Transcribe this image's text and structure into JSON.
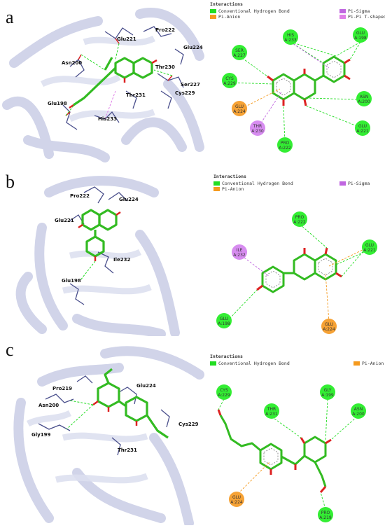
{
  "colors": {
    "hbond": "#22dd22",
    "pi_anion": "#f59a1e",
    "pi_sigma": "#c066e0",
    "pi_pi_tshaped": "#e080e8",
    "ligand": "#33bb22",
    "ribbon": "#c9cde6",
    "stick": "#4a4f8c",
    "oxygen": "#dd2222"
  },
  "panels": [
    {
      "letter": "a",
      "legend": {
        "title": "Interactions",
        "entries": [
          "Conventional Hydrogen Bond",
          "Pi-Anion",
          "Pi-Sigma",
          "Pi-Pi T-shaped"
        ]
      },
      "residues_3d": [
        "Glu221",
        "Pro222",
        "Asn200",
        "Glu224",
        "Thr230",
        "Ser227",
        "Glu198",
        "Thr231",
        "Cys229",
        "His233"
      ],
      "residues_2d": [
        {
          "name": "HIS",
          "id": "A:233"
        },
        {
          "name": "GLU",
          "id": "A:198"
        },
        {
          "name": "SER",
          "id": "A:227"
        },
        {
          "name": "CYS",
          "id": "A:229"
        },
        {
          "name": "ASN",
          "id": "A:200"
        },
        {
          "name": "GLU",
          "id": "A:224"
        },
        {
          "name": "GLU",
          "id": "A:221"
        },
        {
          "name": "THR",
          "id": "A:230"
        },
        {
          "name": "PRO",
          "id": "A:222"
        }
      ]
    },
    {
      "letter": "b",
      "legend": {
        "title": "Interactions",
        "entries": [
          "Conventional Hydrogen Bond",
          "Pi-Anion",
          "Pi-Sigma"
        ]
      },
      "residues_3d": [
        "Pro222",
        "Glu224",
        "Glu221",
        "Ile232",
        "Glu198"
      ],
      "residues_2d": [
        {
          "name": "PRO",
          "id": "A:222"
        },
        {
          "name": "GLU",
          "id": "A:221"
        },
        {
          "name": "ILE",
          "id": "A:232"
        },
        {
          "name": "GLU",
          "id": "A:198"
        },
        {
          "name": "GLU",
          "id": "A:224"
        }
      ]
    },
    {
      "letter": "c",
      "legend": {
        "title": "Interactions",
        "entries": [
          "Conventional Hydrogen Bond",
          "Pi-Anion"
        ]
      },
      "residues_3d": [
        "Pro219",
        "Asn200",
        "Glu224",
        "Gly199",
        "Cys229",
        "Thr231"
      ],
      "residues_2d": [
        {
          "name": "CYS",
          "id": "A:229"
        },
        {
          "name": "GLY",
          "id": "A:199"
        },
        {
          "name": "THR",
          "id": "A:231"
        },
        {
          "name": "ASN",
          "id": "A:200"
        },
        {
          "name": "GLU",
          "id": "A:224"
        },
        {
          "name": "PRO",
          "id": "A:219"
        }
      ]
    }
  ]
}
